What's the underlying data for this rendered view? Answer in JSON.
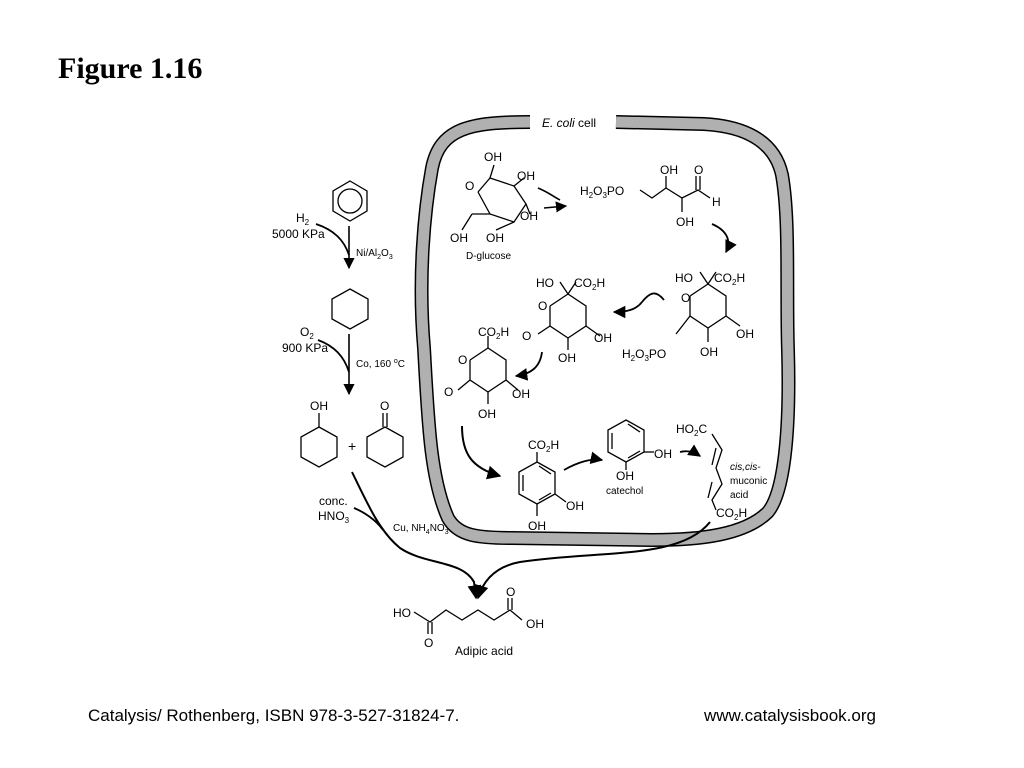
{
  "figure": {
    "title": "Figure 1.16",
    "cell_label": {
      "italic": "E. coli",
      "rest": " cell"
    }
  },
  "petrochemical_route": {
    "step1": {
      "reagent_main": "H",
      "reagent_sub": "2",
      "pressure": "5000 KPa",
      "cat_main": "Ni/Al",
      "cat_sub1": "2",
      "cat_mid": "O",
      "cat_sub2": "3"
    },
    "step2": {
      "reagent_main": "O",
      "reagent_sub": "2",
      "pressure": "900 KPa",
      "cat_text": "Co, 160 ",
      "cat_sup": "o",
      "cat_unit": "C"
    },
    "plus": "+",
    "step3": {
      "reagent_line1": "conc.",
      "reagent_line2_main": "HNO",
      "reagent_line2_sub": "3",
      "cat_main": "Cu, NH",
      "cat_sub1": "4",
      "cat_mid": "NO",
      "cat_sub2": "3"
    }
  },
  "biosynthesis": {
    "glucose_label": "D-glucose",
    "catechol_label": "catechol",
    "muconic_label": {
      "italic": "cis,cis-",
      "line2": "muconic",
      "line3": "acid"
    }
  },
  "atoms": {
    "OH": "OH",
    "HO": "HO",
    "O": "O",
    "H": "H",
    "CO2H_main": "CO",
    "CO2H_sub": "2",
    "CO2H_tail": "H",
    "HO2C_head": "HO",
    "HO2C_sub": "2",
    "HO2C_tail": "C",
    "H2O3PO": {
      "a": "H",
      "b": "2",
      "c": "O",
      "d": "3",
      "e": "PO"
    }
  },
  "product": {
    "label": "Adipic acid"
  },
  "footer": {
    "left": "Catalysis/ Rothenberg, ISBN 978-3-527-31824-7.",
    "right": "www.catalysisbook.org"
  }
}
